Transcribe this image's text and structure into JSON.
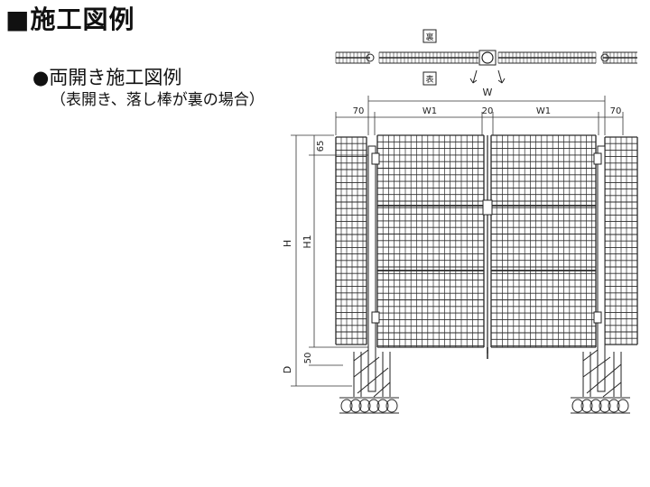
{
  "title": "■施工図例",
  "subtitle": "●両開き施工図例",
  "caption": "（表開き、落し棒が裏の場合）",
  "plan_view": {
    "back_label": "裏",
    "front_label": "表"
  },
  "dimensions": {
    "overall_width": "W",
    "post_left": "70",
    "leaf_left": "W1",
    "center_gap": "20",
    "leaf_right": "W1",
    "post_right": "70",
    "top_margin": "65",
    "height": "H",
    "leaf_height": "H1",
    "bottom_gap": "50",
    "foundation_depth": "D"
  },
  "colors": {
    "line": "#1a1a1a",
    "mesh": "#2a2a2a"
  }
}
